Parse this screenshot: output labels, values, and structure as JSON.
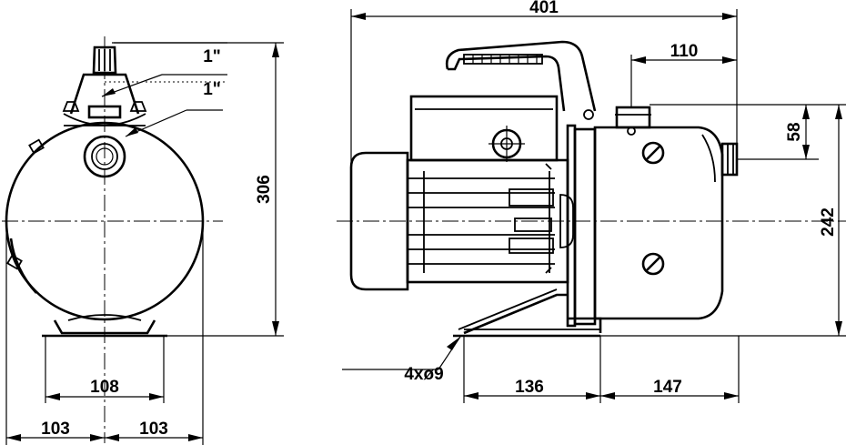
{
  "colors": {
    "line": "#000000",
    "background": "#ffffff"
  },
  "front_view": {
    "thread_top": "1\"",
    "thread_side": "1\"",
    "height_total": "306",
    "base_width": "108",
    "half_left": "103",
    "half_right": "103"
  },
  "side_view": {
    "length_total": "401",
    "outlet_offset": "110",
    "outlet_height": "58",
    "axis_height": "242",
    "mounting_holes": "4xø9",
    "base_left": "136",
    "base_right": "147"
  }
}
